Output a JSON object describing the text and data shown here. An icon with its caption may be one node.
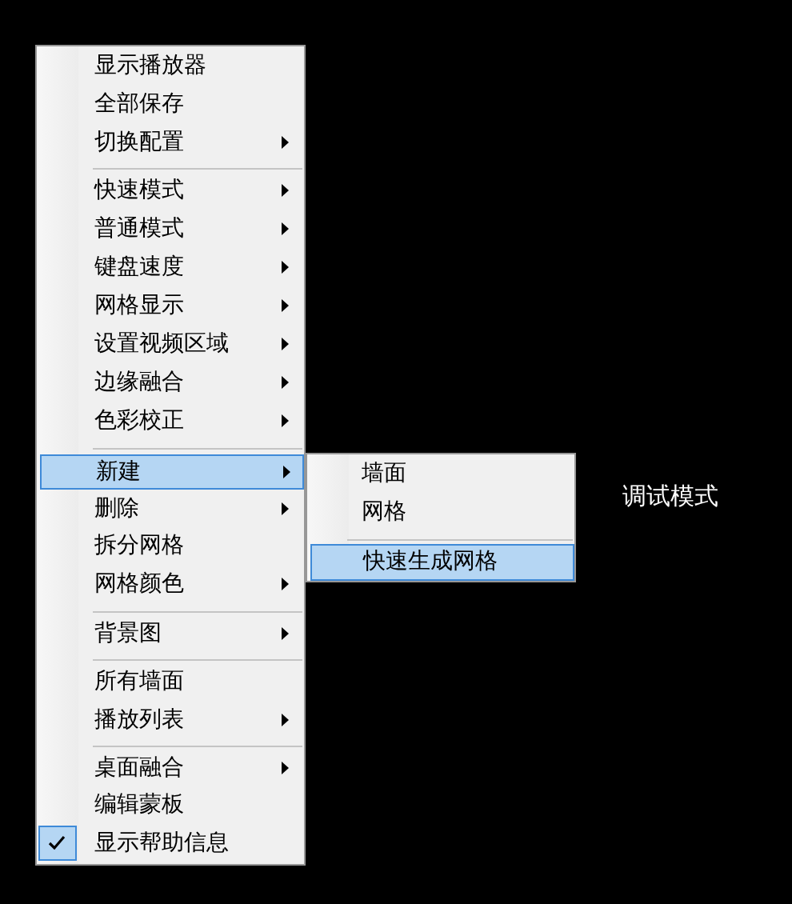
{
  "diagram": {
    "nodes": [
      {
        "text": [
          "显示播放器",
          "全部保存",
          "切换配置",
          "快速模式",
          "普通模式",
          "键盘速度",
          "网格显示",
          "设置视频区域",
          "边缘融合",
          "色彩校正",
          "删除",
          "拆分网格",
          "网格颜色",
          "背景图",
          "所有墙面",
          "播放列表",
          "桌面融合",
          "编辑蒙板",
          "显示帮助信息"
        ]
      },
      {
        "text": [
          "新建"
        ],
        "in": 0
      },
      {
        "text": [
          "墙面",
          "网格"
        ]
      },
      {
        "text": [
          "快速生成网格"
        ],
        "in": 2
      }
    ],
    "labels": [
      "调试模式"
    ]
  }
}
